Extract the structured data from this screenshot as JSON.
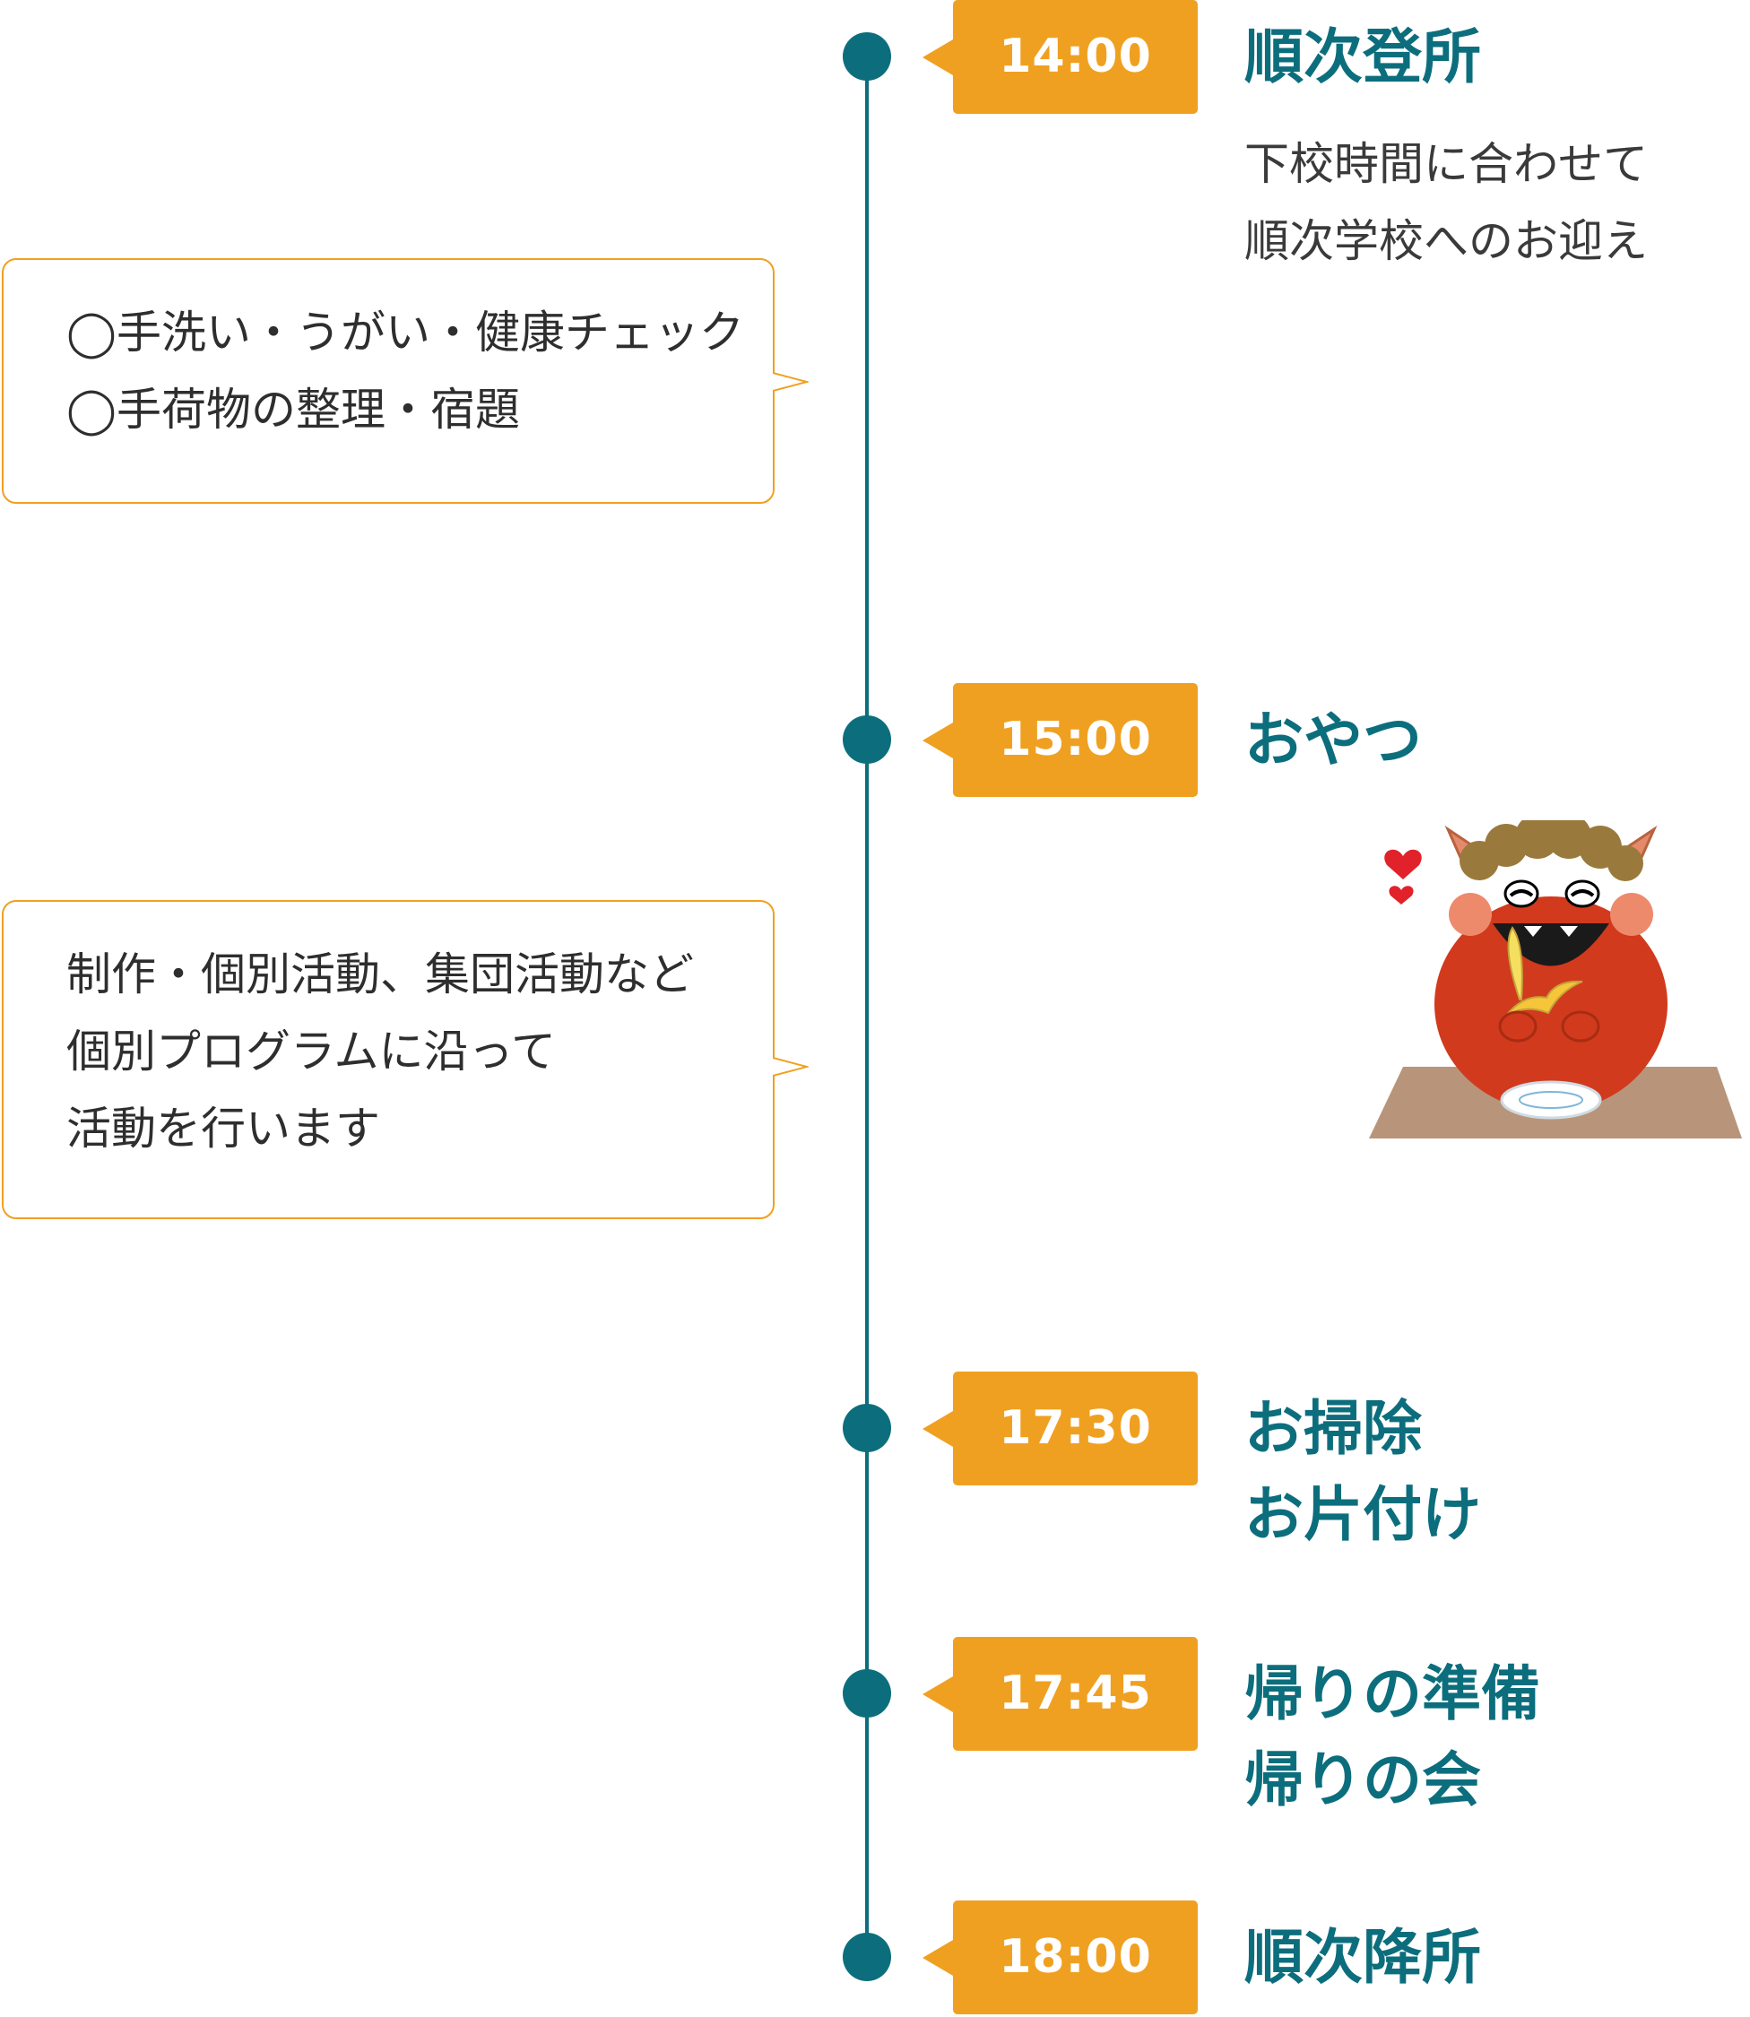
{
  "timeline": [
    {
      "time": "14:00",
      "title": [
        "順次登所"
      ],
      "desc": [
        "下校時間に合わせて",
        "順次学校へのお迎え"
      ]
    },
    {
      "time": "15:00",
      "title": [
        "おやつ"
      ]
    },
    {
      "time": "17:30",
      "title": [
        "お掃除",
        "お片付け"
      ]
    },
    {
      "time": "17:45",
      "title": [
        "帰りの準備",
        "帰りの会"
      ]
    },
    {
      "time": "18:00",
      "title": [
        "順次降所"
      ]
    }
  ],
  "notes": [
    {
      "lines": [
        "◯手洗い・うがい・健康チェック",
        "◯手荷物の整理・宿題"
      ]
    },
    {
      "lines": [
        "制作・個別活動、集団活動など",
        "個別プログラムに沿って",
        "活動を行います"
      ]
    }
  ],
  "illustration": {
    "icon": "red-oni-eating-banana-icon",
    "hearts": "heart-icon"
  },
  "colors": {
    "accent": "#f0a020",
    "primary": "#0c6e7d"
  }
}
